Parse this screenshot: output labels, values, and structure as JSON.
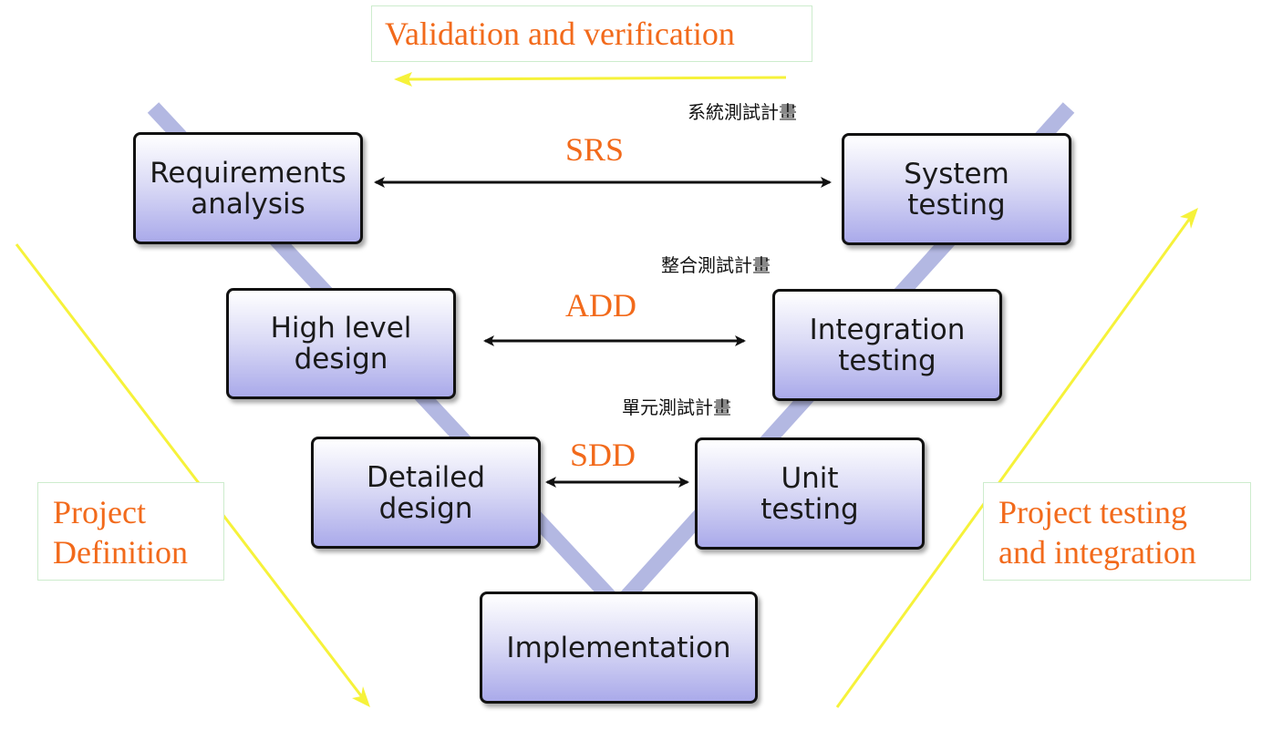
{
  "colors": {
    "v_band": "#b3b8e2",
    "accent_arrow": "#f6f23a",
    "label_text": "#f26a1b",
    "box_top": "#ffffff",
    "box_bottom": "#aaaaea"
  },
  "header": {
    "validation_label": "Validation and verification"
  },
  "left_phase": {
    "label": "Project\nDefinition"
  },
  "right_phase": {
    "label": "Project testing\nand integration"
  },
  "boxes": {
    "requirements": "Requirements\nanalysis",
    "high_level": "High level\ndesign",
    "detailed": "Detailed\ndesign",
    "implementation": "Implementation",
    "system_testing": "System\ntesting",
    "integration_testing": "Integration\ntesting",
    "unit_testing": "Unit\ntesting"
  },
  "documents": {
    "srs": "SRS",
    "add": "ADD",
    "sdd": "SDD"
  },
  "test_plans": {
    "system": "系統測試計畫",
    "integration": "整合測試計畫",
    "unit": "單元測試計畫"
  }
}
